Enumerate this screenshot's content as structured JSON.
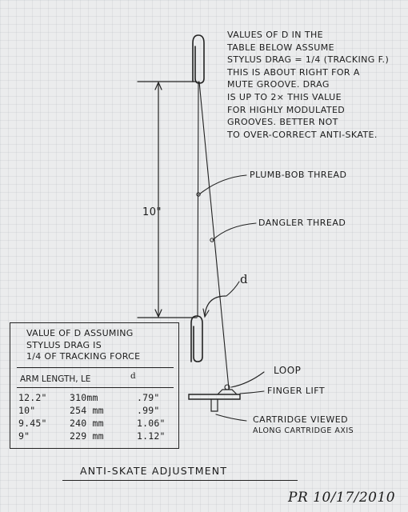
{
  "note_lines": [
    "VALUES OF d IN THE",
    "TABLE BELOW ASSUME",
    "STYLUS DRAG = 1/4 (TRACKING F.)",
    "THIS IS ABOUT RIGHT FOR A",
    "MUTE GROOVE.  DRAG",
    "IS UP TO  2× THIS VALUE",
    "FOR HIGHLY MODULATED",
    "GROOVES.  BETTER NOT",
    "TO OVER-CORRECT ANTI-SKATE."
  ],
  "labels": {
    "height": "10\"",
    "plumb_bob_thread": "PLUMB-BOB THREAD",
    "dangler_thread": "DANGLER THREAD",
    "d": "d",
    "loop": "LOOP",
    "finger_lift": "FINGER LIFT",
    "cartridge_line1": "CARTRIDGE VIEWED",
    "cartridge_line2": "ALONG CARTRIDGE AXIS"
  },
  "table": {
    "header_lines": [
      "VALUE OF d ASSUMING",
      "STYLUS DRAG IS",
      "1/4 OF TRACKING FORCE"
    ],
    "col_arm": "ARM LENGTH, LE",
    "col_d": "d",
    "rows": [
      {
        "inch": "12.2\"",
        "mm": "310mm",
        "d": ".79\""
      },
      {
        "inch": "10\"",
        "mm": "254 mm",
        "d": ".99\""
      },
      {
        "inch": "9.45\"",
        "mm": "240 mm",
        "d": "1.06\""
      },
      {
        "inch": "9\"",
        "mm": "229 mm",
        "d": "1.12\""
      }
    ]
  },
  "title": "ANTI-SKATE ADJUSTMENT",
  "signature": "PR 10/17/2010"
}
